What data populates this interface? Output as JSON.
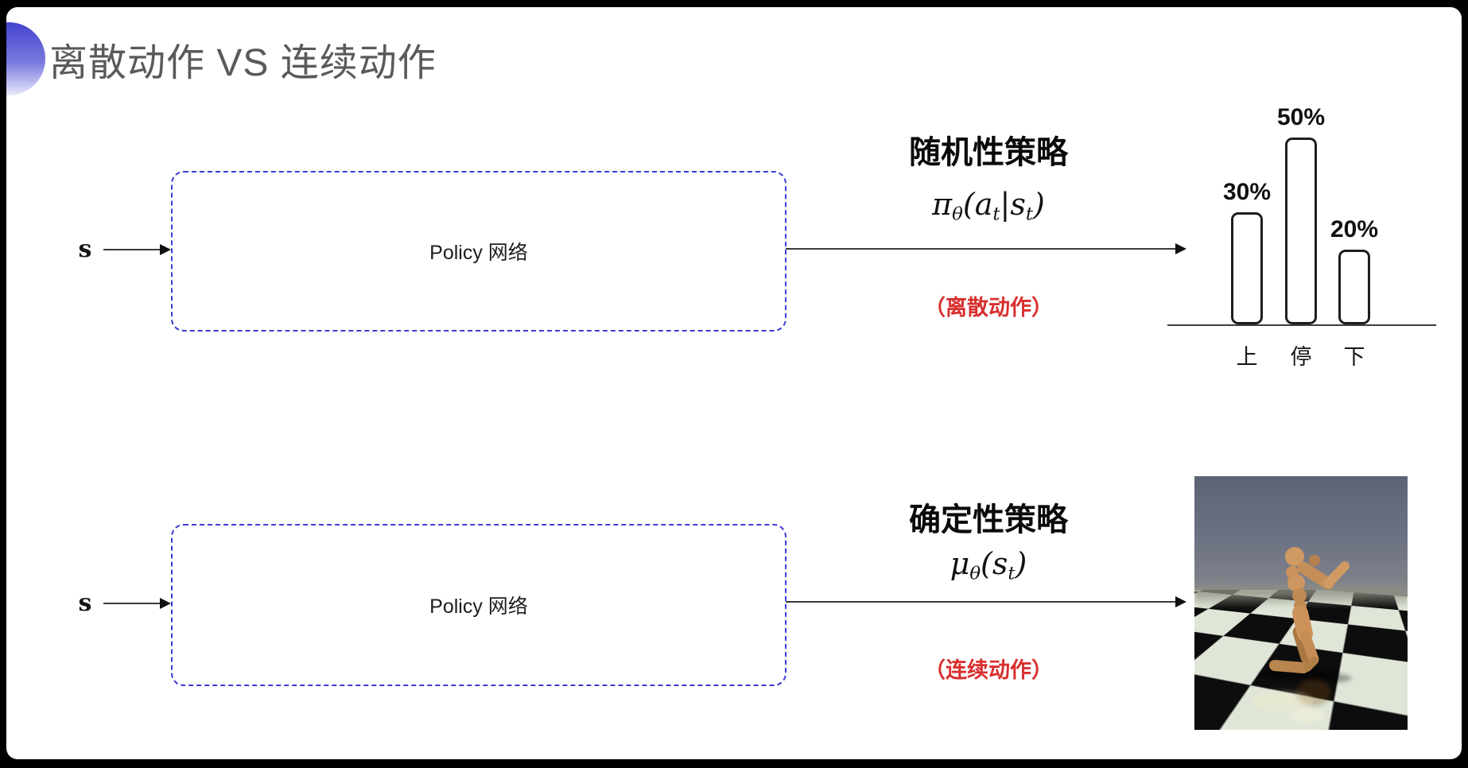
{
  "title": "离散动作 VS 连续动作",
  "rows": {
    "stochastic": {
      "input": "s",
      "box": "Policy 网络",
      "policy_name": "随机性策略",
      "formula": {
        "f1": "π",
        "s1": "θ",
        "f2": "(a",
        "s2": "t",
        "f3": "|s",
        "s3": "t",
        "f4": ")"
      },
      "note": "（离散动作）"
    },
    "deterministic": {
      "input": "s",
      "box": "Policy 网络",
      "policy_name": "确定性策略",
      "formula": {
        "f1": "μ",
        "s1": "θ",
        "f2": "(s",
        "s2": "t",
        "f3": ")"
      },
      "note": "（连续动作）"
    }
  },
  "chart_data": {
    "type": "bar",
    "categories": [
      "上",
      "停",
      "下"
    ],
    "values": [
      30,
      50,
      20
    ],
    "value_labels": [
      "30%",
      "50%",
      "20%"
    ]
  },
  "colors": {
    "box-border": "#3b3bd2",
    "note-red": "#d82f2f",
    "title-gray": "#5a5a5a"
  }
}
